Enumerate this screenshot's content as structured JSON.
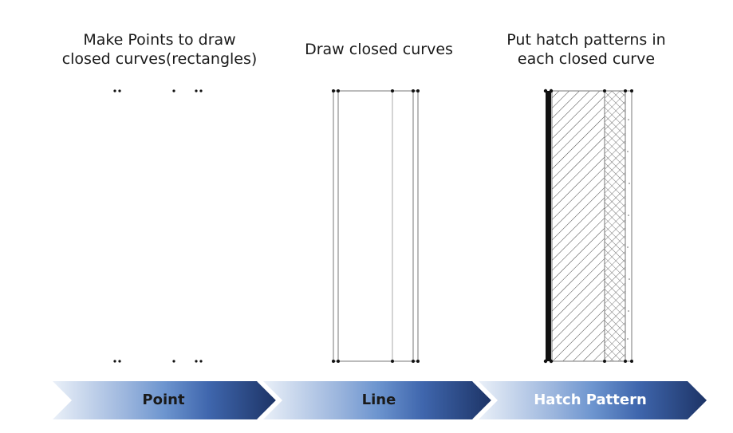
{
  "captions": {
    "points": [
      "Make Points to draw",
      "closed curves(rectangles)"
    ],
    "curves": [
      "Draw closed curves"
    ],
    "hatch": [
      "Put  hatch patterns in",
      "each closed curve"
    ]
  },
  "stages": {
    "point": "Point",
    "line": "Line",
    "hatch": "Hatch Pattern"
  },
  "colors": {
    "arrow_start": "#e4ecf6",
    "arrow_mid": "#7fa3d4",
    "arrow_end": "#1f3a73",
    "line": "#555555",
    "point": "#111111"
  }
}
